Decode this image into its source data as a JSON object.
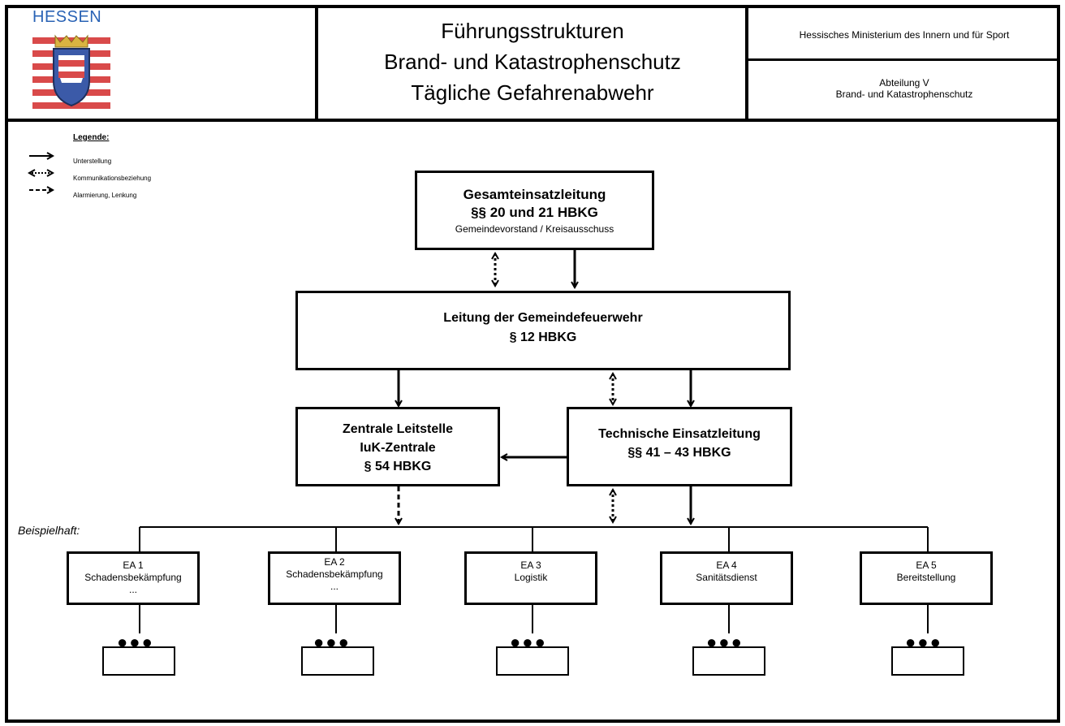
{
  "header": {
    "logo_text": "HESSEN",
    "title_lines": [
      "Führungsstrukturen",
      "Brand- und Katastrophenschutz",
      "Tägliche Gefahrenabwehr"
    ],
    "ministry": "Hessisches Ministerium des Innern und für Sport",
    "department_line1": "Abteilung V",
    "department_line2": "Brand- und Katastrophenschutz"
  },
  "legend": {
    "title": "Legende:",
    "items": [
      {
        "symbol": "solid-arrow",
        "label": "Unterstellung"
      },
      {
        "symbol": "dotted-double-arrow",
        "label": "Kommunikationsbeziehung"
      },
      {
        "symbol": "dashed-arrow",
        "label": "Alarmierung, Lenkung"
      }
    ]
  },
  "nodes": {
    "gesamt": {
      "line1": "Gesamteinsatzleitung",
      "line2": "§§ 20 und 21 HBKG",
      "line3": "Gemeindevorstand / Kreisausschuss"
    },
    "leitung": {
      "line1": "Leitung der Gemeindefeuerwehr",
      "line2": "§ 12 HBKG"
    },
    "zentrale": {
      "line1": "Zentrale Leitstelle",
      "line2": "IuK-Zentrale",
      "line3": "§ 54 HBKG"
    },
    "technische": {
      "line1": "Technische Einsatzleitung",
      "line2": "§§ 41 – 43 HBKG"
    }
  },
  "example_label": "Beispielhaft:",
  "sections": [
    {
      "line1": "EA 1",
      "line2": "Schadensbekämpfung",
      "line3": "..."
    },
    {
      "line1": "EA 2",
      "line2": "Schadensbekämpfung",
      "line3": "..."
    },
    {
      "line1": "EA 3",
      "line2": "Logistik",
      "line3": ""
    },
    {
      "line1": "EA 4",
      "line2": "Sanitätsdienst",
      "line3": ""
    },
    {
      "line1": "EA 5",
      "line2": "Bereitstellung",
      "line3": ""
    }
  ],
  "ellipsis": "●●●",
  "colors": {
    "logo_blue": "#2a63b5",
    "logo_red": "#d94a4a",
    "border": "#000000"
  }
}
